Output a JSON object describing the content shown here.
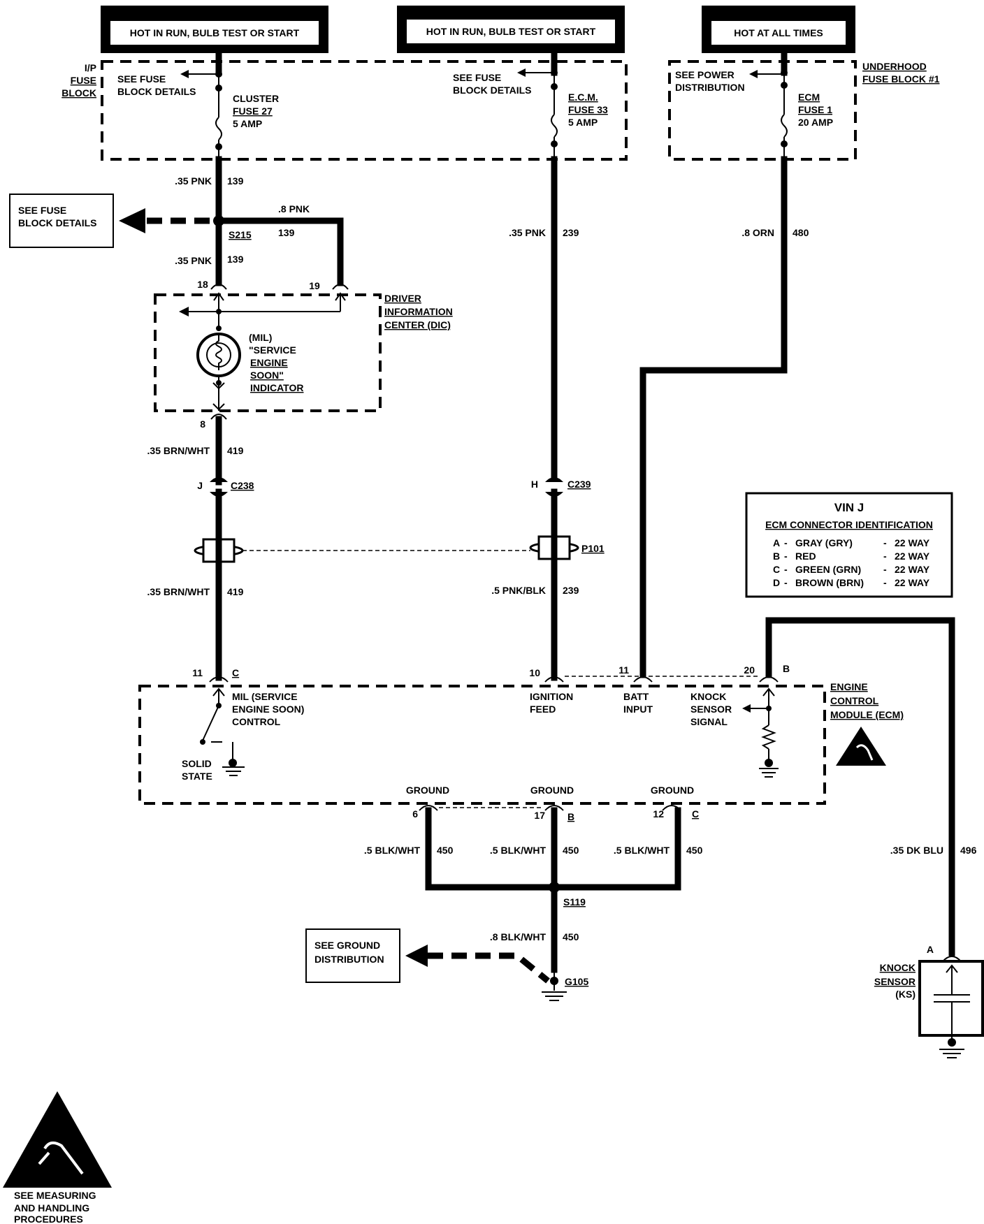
{
  "power_headers": [
    "HOT IN RUN, BULB TEST OR START",
    "HOT IN RUN, BULB TEST OR START",
    "HOT AT ALL TIMES"
  ],
  "ip_fuse_block": [
    "I/P",
    "FUSE",
    "BLOCK"
  ],
  "underhood_fuse_block": [
    "UNDERHOOD",
    "FUSE BLOCK #1"
  ],
  "see_fuse_block_details": [
    "SEE FUSE",
    "BLOCK DETAILS"
  ],
  "see_power_distribution": [
    "SEE POWER",
    "DISTRIBUTION"
  ],
  "fuses": {
    "cluster": [
      "CLUSTER",
      "FUSE 27",
      "5 AMP"
    ],
    "ecm33": [
      "E.C.M.",
      "FUSE 33",
      "5 AMP"
    ],
    "ecm1": [
      "ECM",
      "FUSE 1",
      "20 AMP"
    ]
  },
  "wires": {
    "w139a": [
      ".35 PNK",
      "139"
    ],
    "w139b": [
      ".8 PNK",
      "139"
    ],
    "w139c": [
      ".35 PNK",
      "139"
    ],
    "w239a": [
      ".35 PNK",
      "239"
    ],
    "w239b": [
      ".5 PNK/BLK",
      "239"
    ],
    "w480": [
      ".8 ORN",
      "480"
    ],
    "w419a": [
      ".35 BRN/WHT",
      "419"
    ],
    "w419b": [
      ".35 BRN/WHT",
      "419"
    ],
    "w450a": [
      ".5 BLK/WHT",
      "450"
    ],
    "w450b": [
      ".5 BLK/WHT",
      "450"
    ],
    "w450c": [
      ".5 BLK/WHT",
      "450"
    ],
    "w450d": [
      ".8 BLK/WHT",
      "450"
    ],
    "w496": [
      ".35 DK BLU",
      "496"
    ]
  },
  "splices": {
    "s215": "S215",
    "s119": "S119"
  },
  "connectors": {
    "c238": "C238",
    "c239": "C239",
    "p101": "P101",
    "g105": "G105",
    "j": "J",
    "h": "H"
  },
  "pins": {
    "p18": "18",
    "p19": "19",
    "p8": "8",
    "p11a": "11",
    "pCa": "C",
    "p10": "10",
    "p11b": "11",
    "p20": "20",
    "pB": "B",
    "p6": "6",
    "p17": "17",
    "pB2": "B",
    "p12": "12",
    "pC2": "C",
    "pA": "A"
  },
  "dic": {
    "title": [
      "DRIVER",
      "INFORMATION",
      "CENTER (DIC)"
    ],
    "indicator": [
      "(MIL)",
      "\"SERVICE",
      "ENGINE",
      "SOON\"",
      "INDICATOR"
    ]
  },
  "ecm": {
    "title": [
      "ENGINE",
      "CONTROL",
      "MODULE (ECM)"
    ],
    "mil_control": [
      "MIL (SERVICE",
      "ENGINE SOON)",
      "CONTROL"
    ],
    "solid_state": [
      "SOLID",
      "STATE"
    ],
    "ignition_feed": [
      "IGNITION",
      "FEED"
    ],
    "batt_input": [
      "BATT",
      "INPUT"
    ],
    "knock_signal": [
      "KNOCK",
      "SENSOR",
      "SIGNAL"
    ],
    "ground_labels": [
      "GROUND",
      "GROUND",
      "GROUND"
    ]
  },
  "vin_table": {
    "title": "VIN J",
    "subtitle": "ECM CONNECTOR IDENTIFICATION",
    "rows": [
      {
        "pin": "A",
        "color": "GRAY (GRY)",
        "way": "22 WAY"
      },
      {
        "pin": "B",
        "color": "RED",
        "way": "22 WAY"
      },
      {
        "pin": "C",
        "color": "GREEN (GRN)",
        "way": "22 WAY"
      },
      {
        "pin": "D",
        "color": "BROWN (BRN)",
        "way": "22 WAY"
      }
    ]
  },
  "see_ground_distribution": [
    "SEE GROUND",
    "DISTRIBUTION"
  ],
  "knock_sensor": [
    "KNOCK",
    "SENSOR",
    "(KS)"
  ],
  "esd_note": [
    "SEE MEASURING",
    "AND HANDLING",
    "PROCEDURES"
  ]
}
